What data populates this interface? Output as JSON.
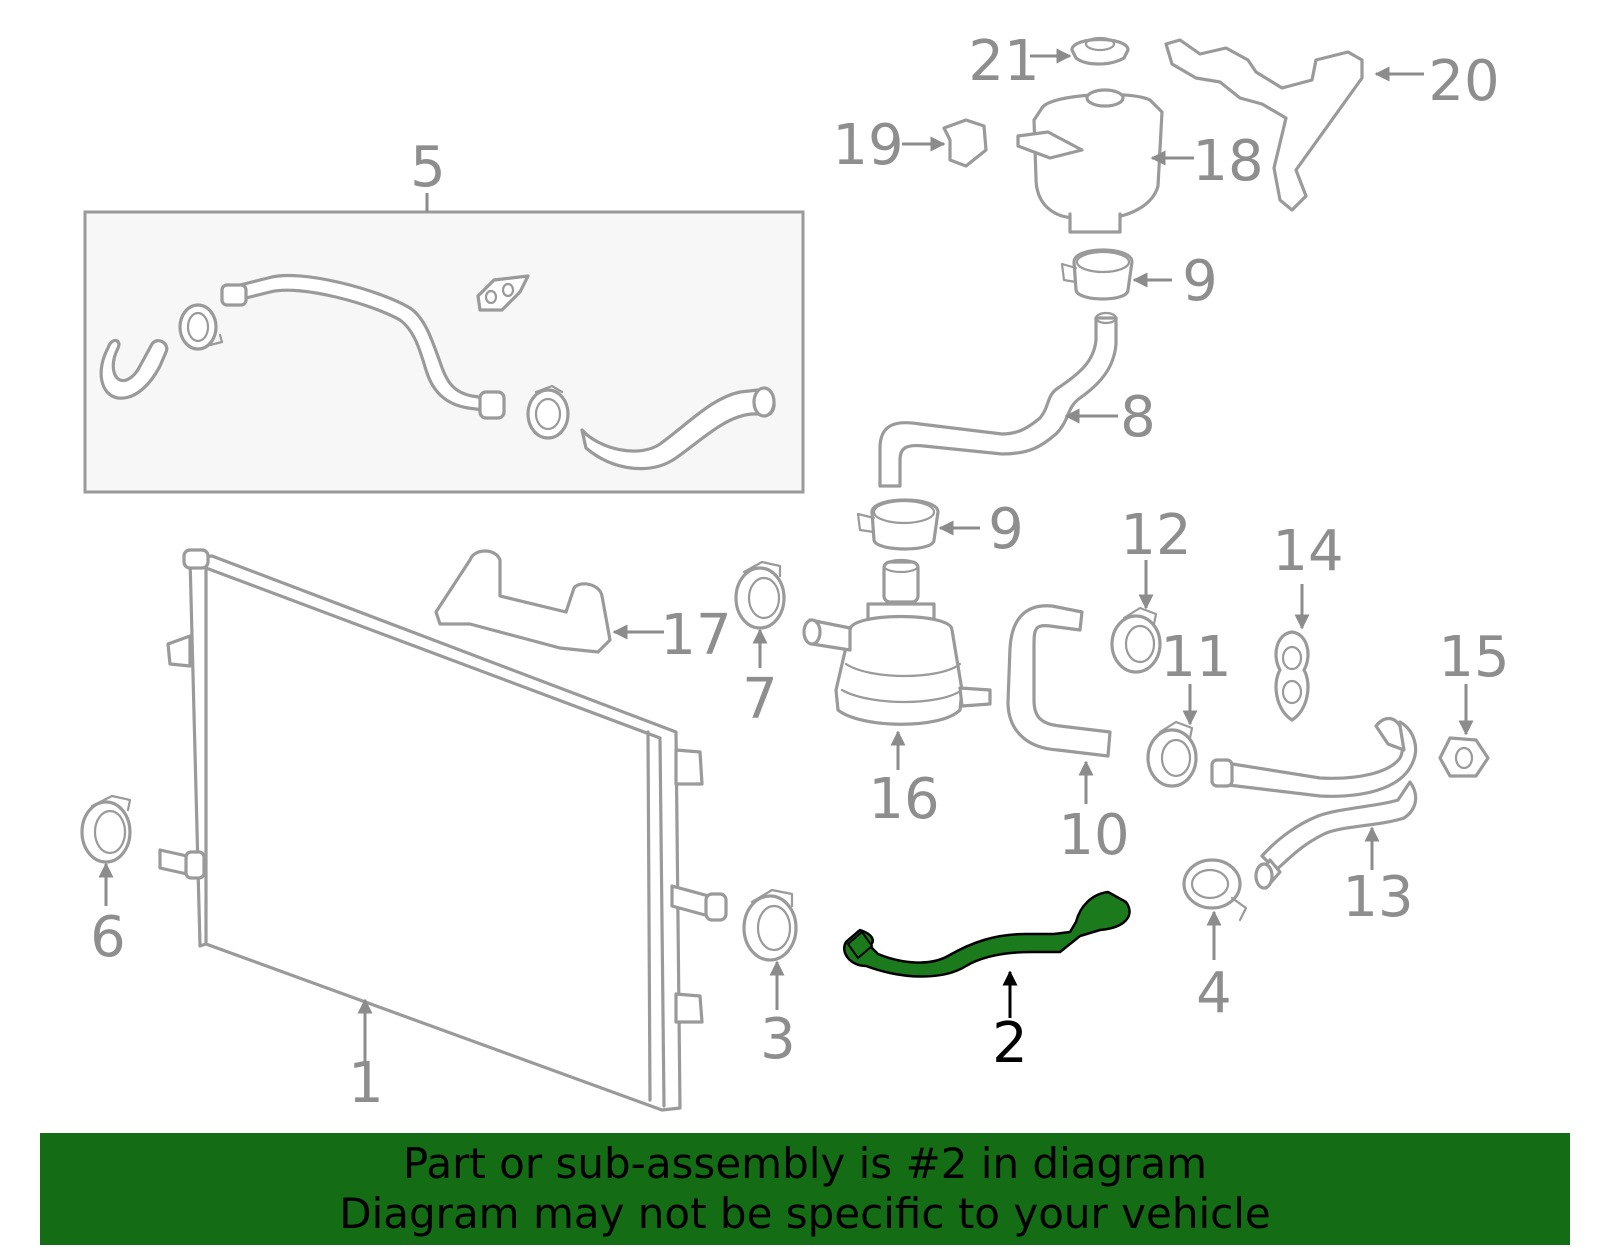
{
  "diagram": {
    "highlight_color": "#1b7a1b",
    "part_color": "#9a9a9a",
    "callouts": {
      "c1": "1",
      "c2": "2",
      "c3": "3",
      "c4": "4",
      "c5": "5",
      "c6": "6",
      "c7": "7",
      "c8": "8",
      "c9a": "9",
      "c9b": "9",
      "c10": "10",
      "c11": "11",
      "c12": "12",
      "c13": "13",
      "c14": "14",
      "c15": "15",
      "c16": "16",
      "c17": "17",
      "c18": "18",
      "c19": "19",
      "c20": "20",
      "c21": "21"
    }
  },
  "banner": {
    "background": "#146c14",
    "line1": "Part or sub-assembly is #2 in diagram",
    "line2": "Diagram may not be specific to your vehicle"
  }
}
